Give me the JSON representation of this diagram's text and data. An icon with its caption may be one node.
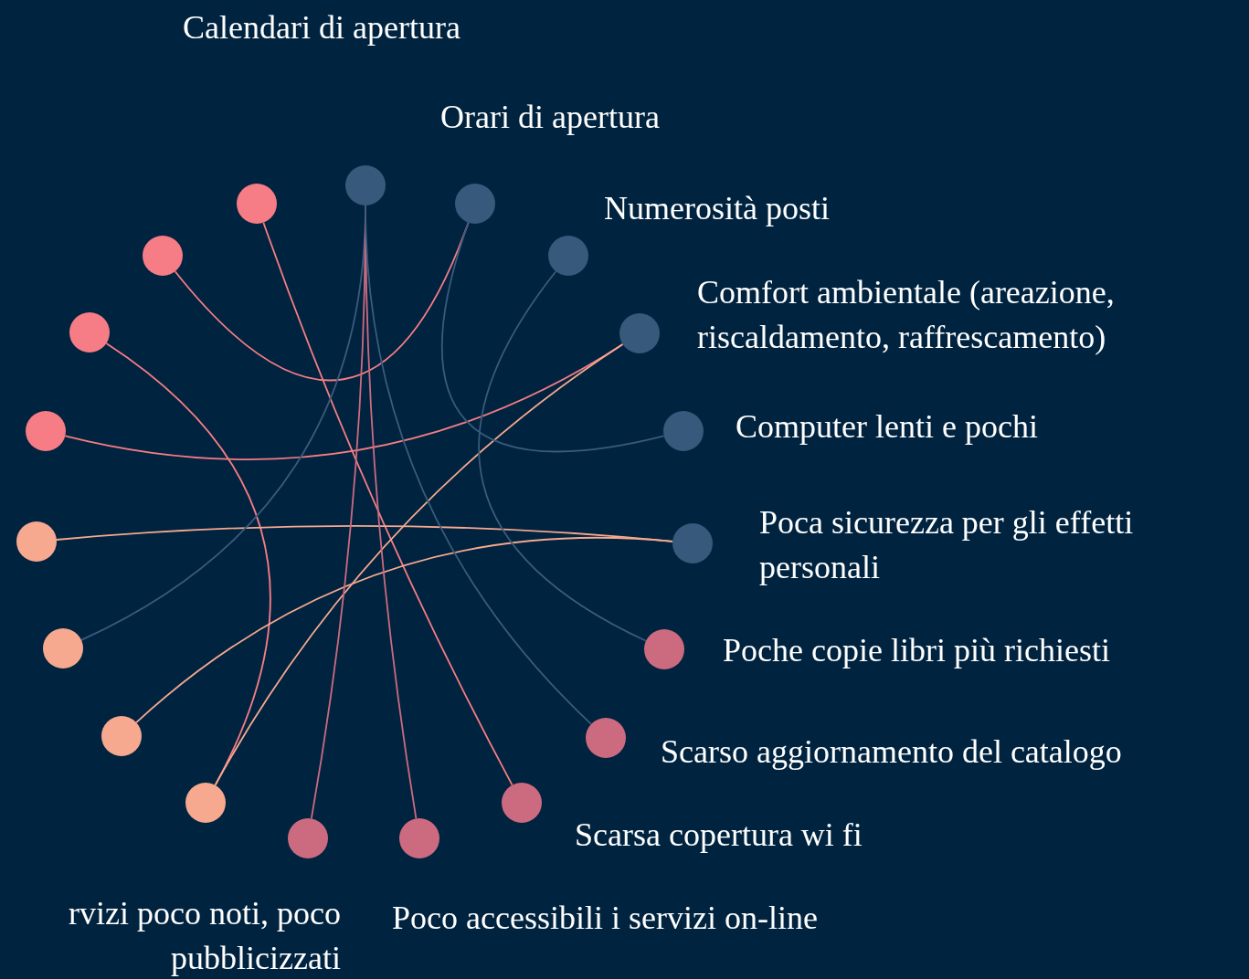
{
  "diagram": {
    "nodes": [
      {
        "text": [],
        "shape": "circle",
        "beside": [
          "Calendari di apertura"
        ]
      },
      {
        "text": [],
        "shape": "circle",
        "beside": [
          "Orari di apertura"
        ]
      },
      {
        "text": [],
        "shape": "circle",
        "beside": [
          "Numerosità posti"
        ]
      },
      {
        "text": [],
        "shape": "circle",
        "beside": [
          "Comfort ambientale (areazione, riscaldamento, raffrescamento)"
        ]
      },
      {
        "text": [],
        "shape": "circle",
        "beside": [
          "Computer lenti e pochi"
        ]
      },
      {
        "text": [],
        "shape": "circle",
        "beside": [
          "Poca sicurezza per gli effetti personali"
        ]
      },
      {
        "text": [],
        "shape": "circle",
        "beside": [
          "Poche copie libri più richiesti"
        ]
      },
      {
        "text": [],
        "shape": "circle",
        "beside": [
          "Scarso aggiornamento del catalogo"
        ]
      },
      {
        "text": [],
        "shape": "circle",
        "beside": [
          "Scarsa copertura wi fi"
        ]
      },
      {
        "text": [],
        "shape": "circle",
        "beside": [
          "Poco accessibili i servizi on-line"
        ]
      },
      {
        "text": [],
        "shape": "circle",
        "beside": [
          "rvizi poco noti, poco pubblicizzati"
        ]
      },
      {
        "text": [],
        "shape": "circle"
      },
      {
        "text": [],
        "shape": "circle"
      },
      {
        "text": [],
        "shape": "circle"
      },
      {
        "text": [],
        "shape": "circle"
      },
      {
        "text": [],
        "shape": "circle"
      },
      {
        "text": [],
        "shape": "circle"
      },
      {
        "text": [],
        "shape": "circle"
      },
      {
        "text": [],
        "shape": "circle"
      }
    ],
    "edges": [
      {
        "from": 17,
        "to": 1,
        "arrow": "none",
        "color": "#f67c85"
      },
      {
        "from": 18,
        "to": 8,
        "arrow": "none",
        "color": "#f67c85"
      },
      {
        "from": 16,
        "to": 11,
        "arrow": "none",
        "color": "#f67c85"
      },
      {
        "from": 15,
        "to": 3,
        "arrow": "none",
        "color": "#f67c85"
      },
      {
        "from": 14,
        "to": 5,
        "arrow": "none",
        "color": "#f7a98f"
      },
      {
        "from": 12,
        "to": 5,
        "arrow": "none",
        "color": "#f7a98f"
      },
      {
        "from": 11,
        "to": 3,
        "arrow": "none",
        "color": "#f7a98f"
      },
      {
        "from": 0,
        "to": 13,
        "arrow": "none",
        "color": "#3a5b7c"
      },
      {
        "from": 10,
        "to": 0,
        "arrow": "none",
        "color": "#cc6b80"
      },
      {
        "from": 9,
        "to": 0,
        "arrow": "none",
        "color": "#cc6b80"
      },
      {
        "from": 0,
        "to": 7,
        "arrow": "none",
        "color": "#3a5b7c"
      },
      {
        "from": 1,
        "to": 4,
        "arrow": "none",
        "color": "#3a5b7c"
      },
      {
        "from": 2,
        "to": 6,
        "arrow": "none",
        "color": "#3a5b7c"
      }
    ]
  }
}
